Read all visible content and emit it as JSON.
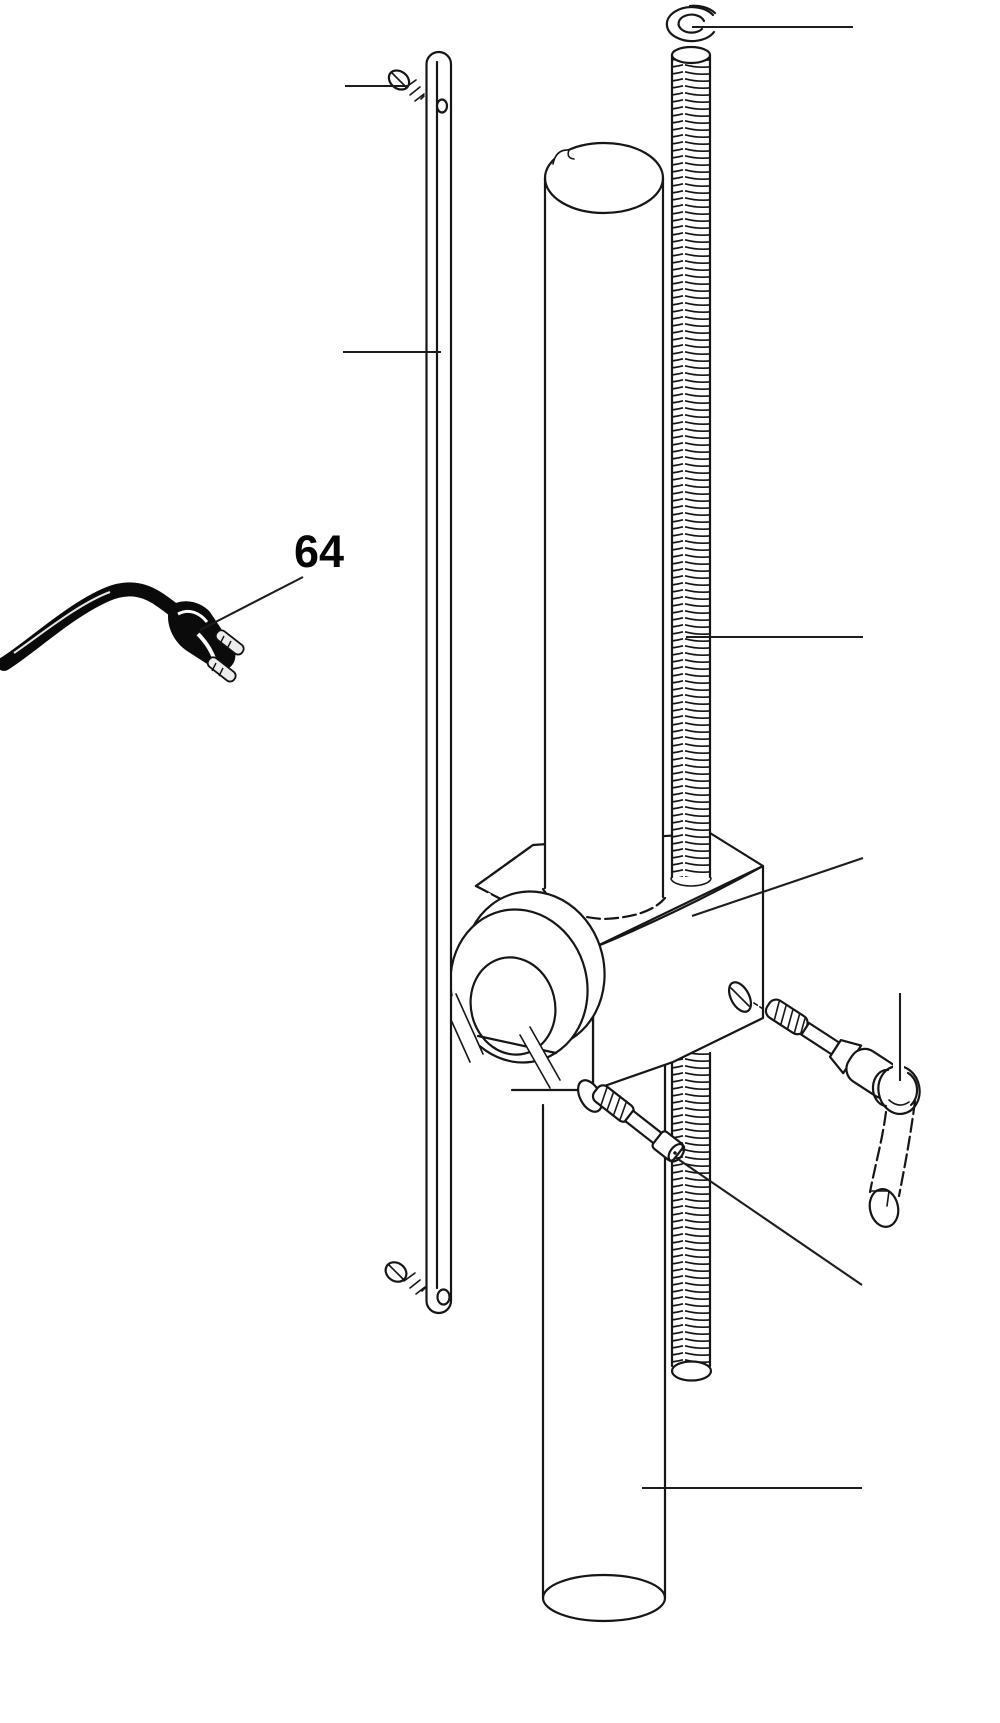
{
  "diagram": {
    "kind": "exploded-parts-line-drawing",
    "background_color": "#ffffff",
    "line_color": "#161616",
    "cord_color": "#0a0a0a",
    "label_64": {
      "text": "64",
      "points_to": "power-cord-plug"
    },
    "parts": [
      {
        "name": "lock-washer",
        "callout": "unlabeled-leader-top-right"
      },
      {
        "name": "threaded-lead-screw",
        "callout": "unlabeled-leader-right"
      },
      {
        "name": "guide-bar",
        "callout": "unlabeled-leader-left"
      },
      {
        "name": "guide-bar-screw-top",
        "callout": "unlabeled-leader-left"
      },
      {
        "name": "guide-bar-screw-bottom",
        "callout": "none"
      },
      {
        "name": "power-cord-plug",
        "callout": "64"
      },
      {
        "name": "upper-column-tube",
        "callout": "none"
      },
      {
        "name": "carriage-block",
        "callout": "unlabeled-leader-right"
      },
      {
        "name": "clamp-bolt-handle",
        "callout": "unlabeled-leader-vertical"
      },
      {
        "name": "set-screw",
        "callout": "unlabeled-leader-diagonal"
      },
      {
        "name": "lower-column-tube",
        "callout": "unlabeled-leader-bottom-right"
      }
    ]
  }
}
